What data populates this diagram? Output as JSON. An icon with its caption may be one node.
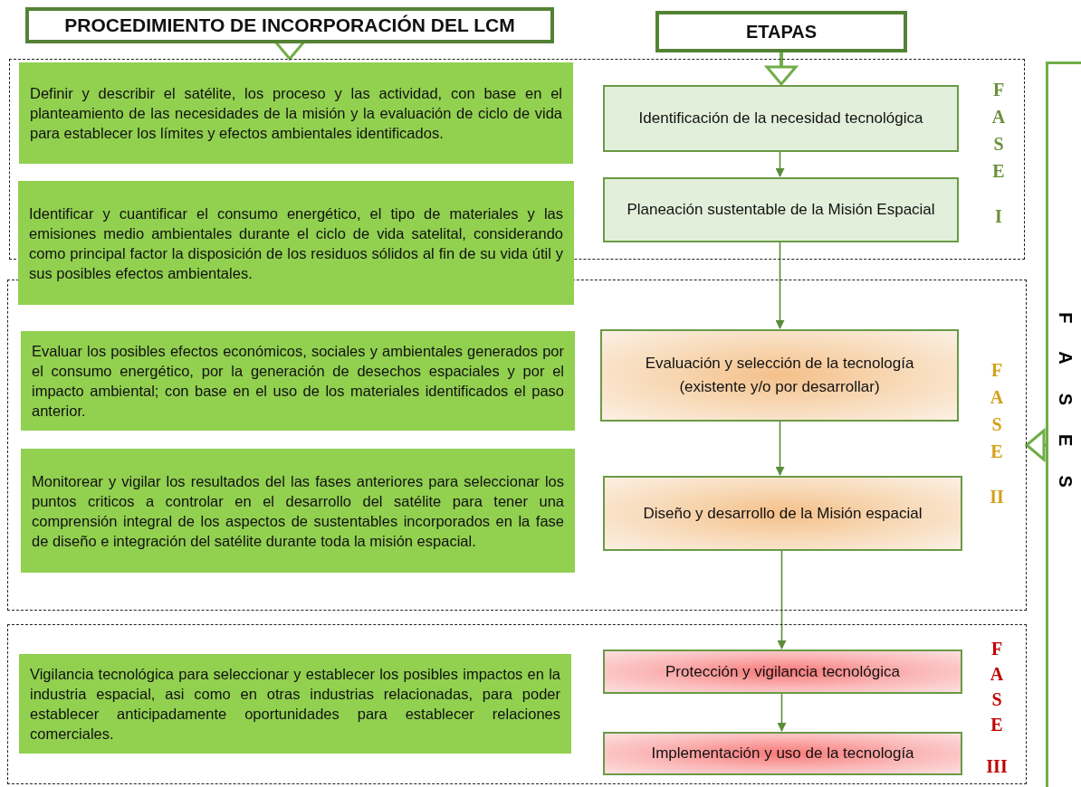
{
  "diagram": {
    "nodes": [
      {
        "text": [
          "PROCEDIMIENTO DE INCORPORACIÓN DEL LCM"
        ]
      },
      {
        "text": [
          "ETAPAS"
        ]
      },
      {
        "text": [
          "FASE",
          "I"
        ]
      },
      {
        "text": [
          "FASE",
          "II"
        ]
      },
      {
        "text": [
          "FASE",
          "III"
        ]
      },
      {
        "text": [
          "Definir y describir el satélite, los proceso y las actividad, con base en el planteamiento de las necesidades de la misión y la evaluación de ciclo de vida para establecer los límites y efectos ambientales identificados."
        ],
        "in": 2
      },
      {
        "text": [
          "Identificar y cuantificar el consumo energético, el tipo de materiales y las emisiones medio ambientales durante el ciclo de vida satelital, considerando como principal factor la disposición de los residuos sólidos al fin de su vida útil y sus posibles efectos ambientales."
        ]
      },
      {
        "text": [
          "Identificación de la necesidad tecnológica"
        ],
        "in": 2
      },
      {
        "text": [
          "Planeación sustentable de la Misión Espacial"
        ],
        "in": 2
      },
      {
        "text": [
          "Evaluar los posibles efectos económicos, sociales y ambientales generados por el consumo energético, por la generación de desechos espaciales y por el impacto ambiental; con base en el uso de los materiales identificados el paso anterior."
        ],
        "in": 3
      },
      {
        "text": [
          "Monitorear y vigilar los resultados del las fases anteriores para seleccionar los puntos criticos a controlar en el desarrollo del satélite para tener una comprensión integral de los aspectos de sustentables incorporados en la fase de diseño e integración del satélite durante toda la misión espacial."
        ],
        "in": 3
      },
      {
        "text": [
          "Evaluación y selección de la tecnología (existente y/o por desarrollar)"
        ],
        "in": 3
      },
      {
        "text": [
          "Diseño y desarrollo de la Misión espacial"
        ],
        "in": 3
      },
      {
        "text": [
          "Vigilancia tecnológica para seleccionar y establecer los posibles impactos en la industria espacial, asi como en otras industrias relacionadas, para poder establecer anticipadamente oportunidades para establecer relaciones comerciales."
        ],
        "in": 4
      },
      {
        "text": [
          "Protección y vigilancia tecnológica"
        ],
        "in": 4
      },
      {
        "text": [
          "Implementación y uso de la tecnología"
        ],
        "in": 4
      },
      {
        "text": [
          "FASES"
        ]
      }
    ],
    "edges": [
      {
        "from": 0,
        "to": 2,
        "arrow": "to",
        "style": "thick",
        "color": "#70ad47"
      },
      {
        "from": 1,
        "to": 7,
        "arrow": "to",
        "style": "thick",
        "color": "#70ad47"
      },
      {
        "from": 7,
        "to": 8,
        "arrow": "to"
      },
      {
        "from": 8,
        "to": 11,
        "arrow": "to"
      },
      {
        "from": 11,
        "to": 12,
        "arrow": "to"
      },
      {
        "from": 12,
        "to": 14,
        "arrow": "to"
      },
      {
        "from": 14,
        "to": 15,
        "arrow": "to"
      },
      {
        "from": 16,
        "to": 3,
        "arrow": "to",
        "style": "thick",
        "color": "#70ad47"
      }
    ]
  }
}
